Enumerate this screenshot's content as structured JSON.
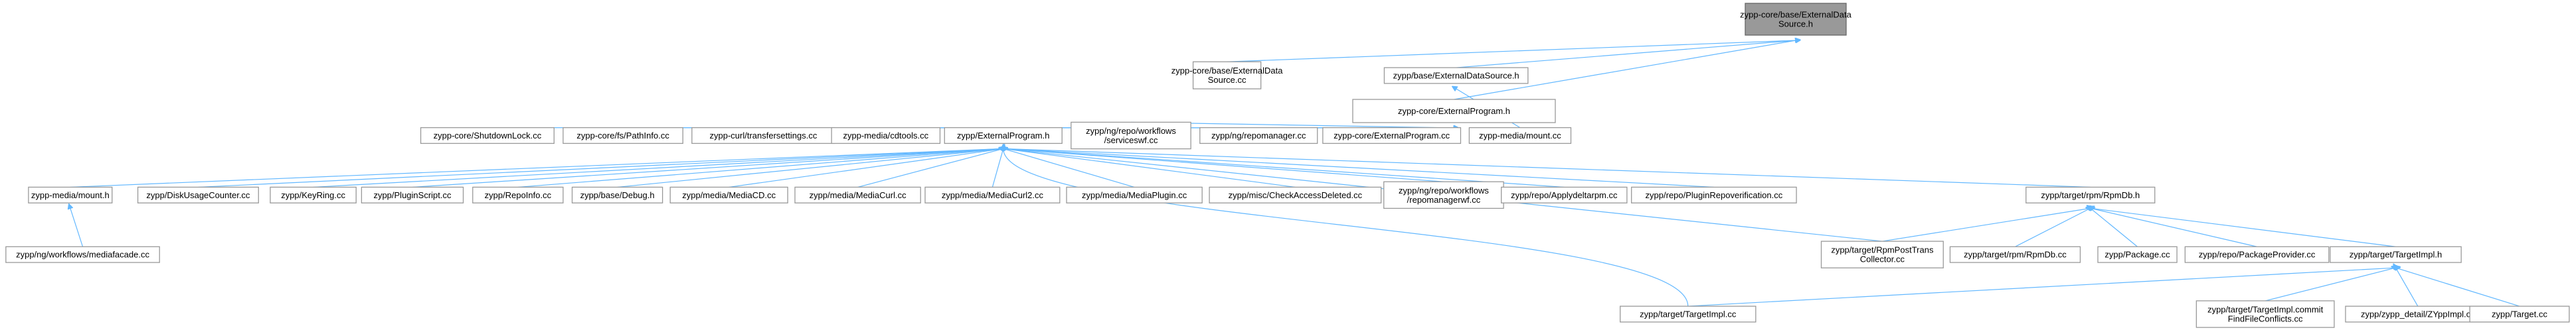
{
  "nodes": {
    "root": [
      "zypp-core/base/ExternalData",
      "Source.h"
    ],
    "external_program_h": [
      "zypp-core/ExternalProgram.h"
    ],
    "external_data_source_cc": [
      "zypp-core/base/ExternalData",
      "Source.cc"
    ],
    "zypp_base_external_data_source_h": [
      "zypp/base/ExternalDataSource.h"
    ],
    "shutdown_lock_cc": [
      "zypp-core/ShutdownLock.cc"
    ],
    "path_info_cc": [
      "zypp-core/fs/PathInfo.cc"
    ],
    "curl_transfer_settings_cc": [
      "zypp-curl/transfersettings.cc"
    ],
    "cdtools_cc": [
      "zypp-media/cdtools.cc"
    ],
    "zypp_external_program_h": [
      "zypp/ExternalProgram.h"
    ],
    "service_swf_cc": [
      "zypp/ng/repo/workflows",
      "/serviceswf.cc"
    ],
    "repomanager_cc": [
      "zypp/ng/repomanager.cc"
    ],
    "external_program_cc": [
      "zypp-core/ExternalProgram.cc"
    ],
    "media_mount_cc": [
      "zypp-media/mount.cc"
    ],
    "media_mount_h": [
      "zypp-media/mount.h"
    ],
    "disk_usage_counter_cc": [
      "zypp/DiskUsageCounter.cc"
    ],
    "keyring_cc": [
      "zypp/KeyRing.cc"
    ],
    "plugin_script_cc": [
      "zypp/PluginScript.cc"
    ],
    "repo_info_cc": [
      "zypp/RepoInfo.cc"
    ],
    "debug_h": [
      "zypp/base/Debug.h"
    ],
    "media_cd_cc": [
      "zypp/media/MediaCD.cc"
    ],
    "media_curl_cc": [
      "zypp/media/MediaCurl.cc"
    ],
    "media_curl2_cc": [
      "zypp/media/MediaCurl2.cc"
    ],
    "media_plugin_cc": [
      "zypp/media/MediaPlugin.cc"
    ],
    "check_access_deleted_cc": [
      "zypp/misc/CheckAccessDeleted.cc"
    ],
    "repomanagerwf_cc": [
      "zypp/ng/repo/workflows",
      "/repomanagerwf.cc"
    ],
    "applydeltarpm_cc": [
      "zypp/repo/Applydeltarpm.cc"
    ],
    "plugin_repoverification_cc": [
      "zypp/repo/PluginRepoverification.cc"
    ],
    "rpmdb_h": [
      "zypp/target/rpm/RpmDb.h"
    ],
    "mediafacade_cc": [
      "zypp/ng/workflows/mediafacade.cc"
    ],
    "rpm_post_trans_collector_cc": [
      "zypp/target/RpmPostTrans",
      "Collector.cc"
    ],
    "rpmdb_cc": [
      "zypp/target/rpm/RpmDb.cc"
    ],
    "package_cc": [
      "zypp/Package.cc"
    ],
    "package_provider_cc": [
      "zypp/repo/PackageProvider.cc"
    ],
    "target_impl_h": [
      "zypp/target/TargetImpl.h"
    ],
    "target_impl_cc": [
      "zypp/target/TargetImpl.cc"
    ],
    "target_impl_commit_cc": [
      "zypp/target/TargetImpl.commit",
      "FindFileConflicts.cc"
    ],
    "zypp_impl_cc": [
      "zypp/zypp_detail/ZYppImpl.cc"
    ],
    "target_cc": [
      "zypp/Target.cc"
    ]
  },
  "colors": {
    "edge": "#63b8ff",
    "node_border": "#999999",
    "root_fill": "#999999",
    "node_fill": "#ffffff"
  }
}
